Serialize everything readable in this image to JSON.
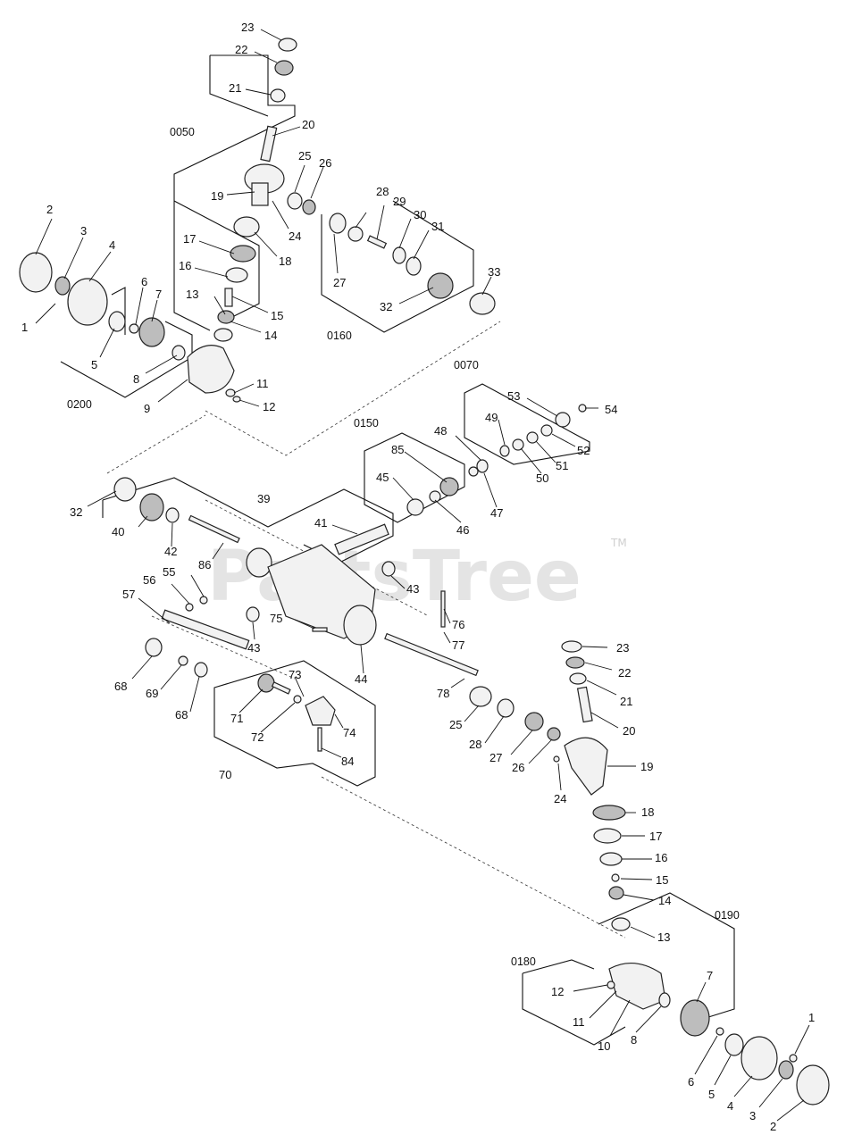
{
  "watermark": {
    "text": "PartsTree",
    "trademark": "TM"
  },
  "group_codes": {
    "g0050": "0050",
    "g0160": "0160",
    "g0200": "0200",
    "g0070": "0070",
    "g0150": "0150",
    "g0190": "0190",
    "g0180": "0180"
  },
  "callouts": {
    "t23": "23",
    "t22": "22",
    "t21": "21",
    "t20": "20",
    "t25": "25",
    "t26": "26",
    "t19": "19",
    "t24": "24",
    "t18": "18",
    "t17": "17",
    "t16": "16",
    "t15": "15",
    "t13": "13",
    "t14": "14",
    "t28": "28",
    "t29": "29",
    "t30": "30",
    "t31": "31",
    "t27": "27",
    "t32": "32",
    "t33": "33",
    "t2": "2",
    "t3": "3",
    "t4": "4",
    "t1": "1",
    "t6": "6",
    "t7": "7",
    "t5": "5",
    "t8": "8",
    "t9": "9",
    "t11": "11",
    "t12": "12",
    "u53": "53",
    "u54": "54",
    "u49": "49",
    "u52": "52",
    "u51": "51",
    "u50": "50",
    "u48": "48",
    "u47": "47",
    "u85": "85",
    "u45": "45",
    "u46": "46",
    "u32": "32",
    "u39": "39",
    "u40": "40",
    "u42": "42",
    "u41": "41",
    "u86": "86",
    "u55": "55",
    "u56": "56",
    "u57": "57",
    "u43a": "43",
    "u43b": "43",
    "u75": "75",
    "u44": "44",
    "u76": "76",
    "u77": "77",
    "u68a": "68",
    "u69": "69",
    "u68b": "68",
    "u73": "73",
    "u71": "71",
    "u72": "72",
    "u74": "74",
    "u84": "84",
    "u70": "70",
    "u78": "78",
    "u25": "25",
    "u28": "28",
    "u27": "27",
    "u26": "26",
    "v23": "23",
    "v22": "22",
    "v21": "21",
    "v20": "20",
    "v19": "19",
    "v24": "24",
    "v18": "18",
    "v17": "17",
    "v16": "16",
    "v15": "15",
    "v14": "14",
    "v13": "13",
    "v12": "12",
    "v11": "11",
    "v10": "10",
    "v8": "8",
    "v7": "7",
    "v1": "1",
    "v6": "6",
    "v5": "5",
    "v4": "4",
    "v3": "3",
    "v2": "2"
  }
}
